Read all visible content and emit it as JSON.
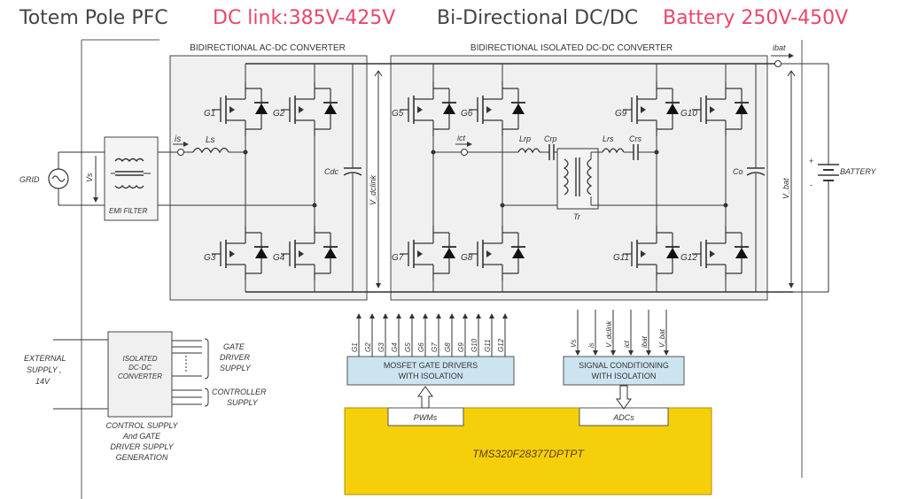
{
  "header": {
    "title1": "Totem Pole PFC",
    "dclink": "DC link:385V-425V",
    "title2": "Bi-Directional DC/DC",
    "battery": "Battery 250V-450V",
    "accent_color": "#e8476a"
  },
  "blocks": {
    "acdc_title": "BIDIRECTIONAL AC-DC CONVERTER",
    "dcdc_title": "BIDIRECTIONAL ISOLATED DC-DC CONVERTER",
    "emi": "EMI FILTER",
    "grid": "GRID",
    "vs": "Vs",
    "is": "is",
    "ls": "Ls",
    "cdc": "Cdc",
    "vdclink": "V_dclink",
    "ict": "ict",
    "lrp": "Lrp",
    "crp": "Crp",
    "lrs": "Lrs",
    "crs": "Crs",
    "tr": "Tr",
    "co": "Co",
    "vbat": "V_bat",
    "ibat": "ibat",
    "battery": "BATTERY",
    "plus": "+",
    "minus": "-"
  },
  "switches": [
    "G1",
    "G2",
    "G3",
    "G4",
    "G5",
    "G6",
    "G7",
    "G8",
    "G9",
    "G10",
    "G11",
    "G12"
  ],
  "gate_drivers": {
    "line1": "MOSFET GATE DRIVERS",
    "line2": "WITH ISOLATION",
    "outputs": [
      "G1",
      "G2",
      "G3",
      "G4",
      "G5",
      "G6",
      "G7",
      "G8",
      "G9",
      "G10",
      "G11",
      "G12"
    ]
  },
  "signal_cond": {
    "line1": "SIGNAL CONDITIONING",
    "line2": "WITH ISOLATION",
    "inputs": [
      "Vs",
      "is",
      "V_dclink",
      "ict",
      "ibat",
      "V_bat"
    ]
  },
  "mcu": {
    "name": "TMS320F28377DPTPT",
    "pwm": "PWMs",
    "adc": "ADCs",
    "color": "#f5cf0a"
  },
  "supply": {
    "external1": "EXTERNAL",
    "external2": "SUPPLY ,",
    "external3": "14V",
    "iso1": "ISOLATED",
    "iso2": "DC-DC",
    "iso3": "CONVERTER",
    "gate1": "GATE",
    "gate2": "DRIVER",
    "gate3": "SUPPLY",
    "ctrl1": "CONTROLLER",
    "ctrl2": "SUPPLY",
    "gen1": "CONTROL SUPPLY",
    "gen2": "And GATE",
    "gen3": "DRIVER SUPPLY",
    "gen4": "GENERATION"
  }
}
